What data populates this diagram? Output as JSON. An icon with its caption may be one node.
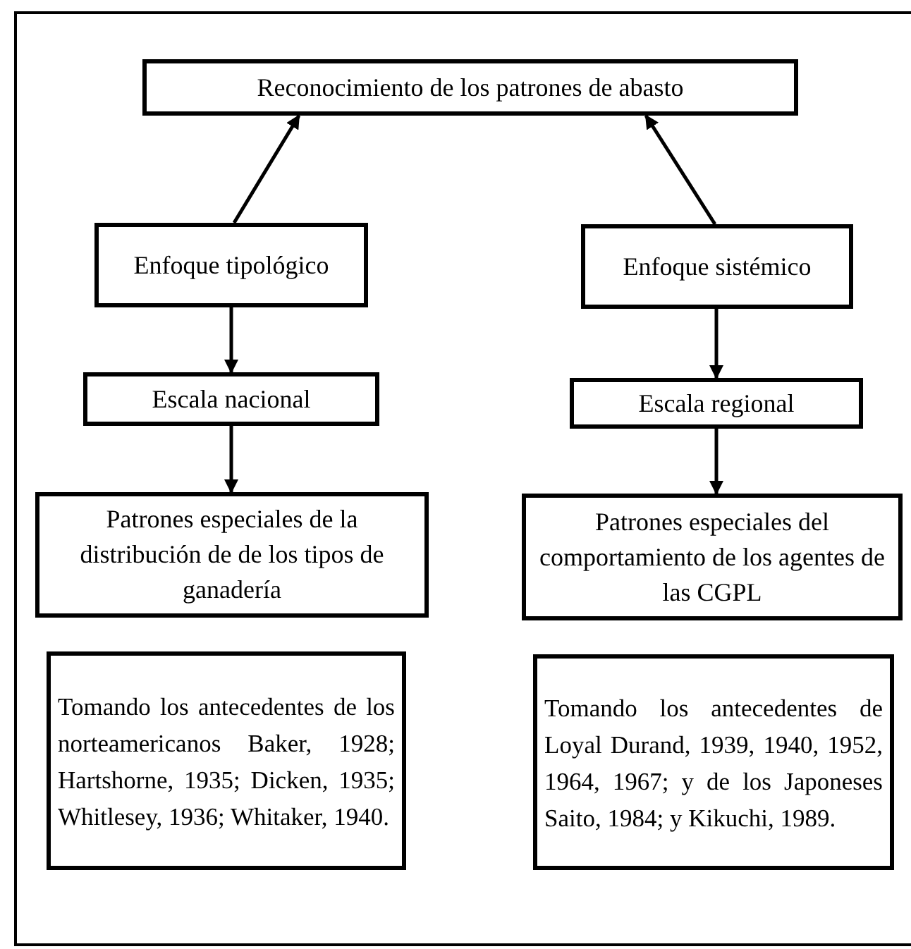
{
  "diagram": {
    "nodes": [
      {
        "text": [
          "Reconocimiento de los patrones de abasto"
        ]
      },
      {
        "text": [
          "Enfoque tipológico"
        ]
      },
      {
        "text": [
          "Enfoque sistémico"
        ]
      },
      {
        "text": [
          "Escala nacional"
        ]
      },
      {
        "text": [
          "Escala regional"
        ]
      },
      {
        "text": [
          "Patrones especiales de la distribución de de los tipos de ganadería"
        ]
      },
      {
        "text": [
          "Patrones especiales del comportamiento de los agentes de las CGPL"
        ]
      },
      {
        "text": [
          "Tomando los antecedentes de los norteamericanos Baker, 1928; Hartshorne, 1935; Dicken, 1935; Whitlesey, 1936; Whitaker, 1940."
        ]
      },
      {
        "text": [
          "Tomando los antecedentes de Loyal Durand, 1939, 1940, 1952, 1964, 1967; y de los Japoneses Saito, 1984; y Kikuchi, 1989."
        ]
      }
    ],
    "edges": [
      {
        "from": 1,
        "to": 0,
        "arrow": "to"
      },
      {
        "from": 2,
        "to": 0,
        "arrow": "to"
      },
      {
        "from": 1,
        "to": 3,
        "arrow": "to"
      },
      {
        "from": 3,
        "to": 5,
        "arrow": "to"
      },
      {
        "from": 2,
        "to": 4,
        "arrow": "to"
      },
      {
        "from": 4,
        "to": 6,
        "arrow": "to"
      }
    ]
  }
}
